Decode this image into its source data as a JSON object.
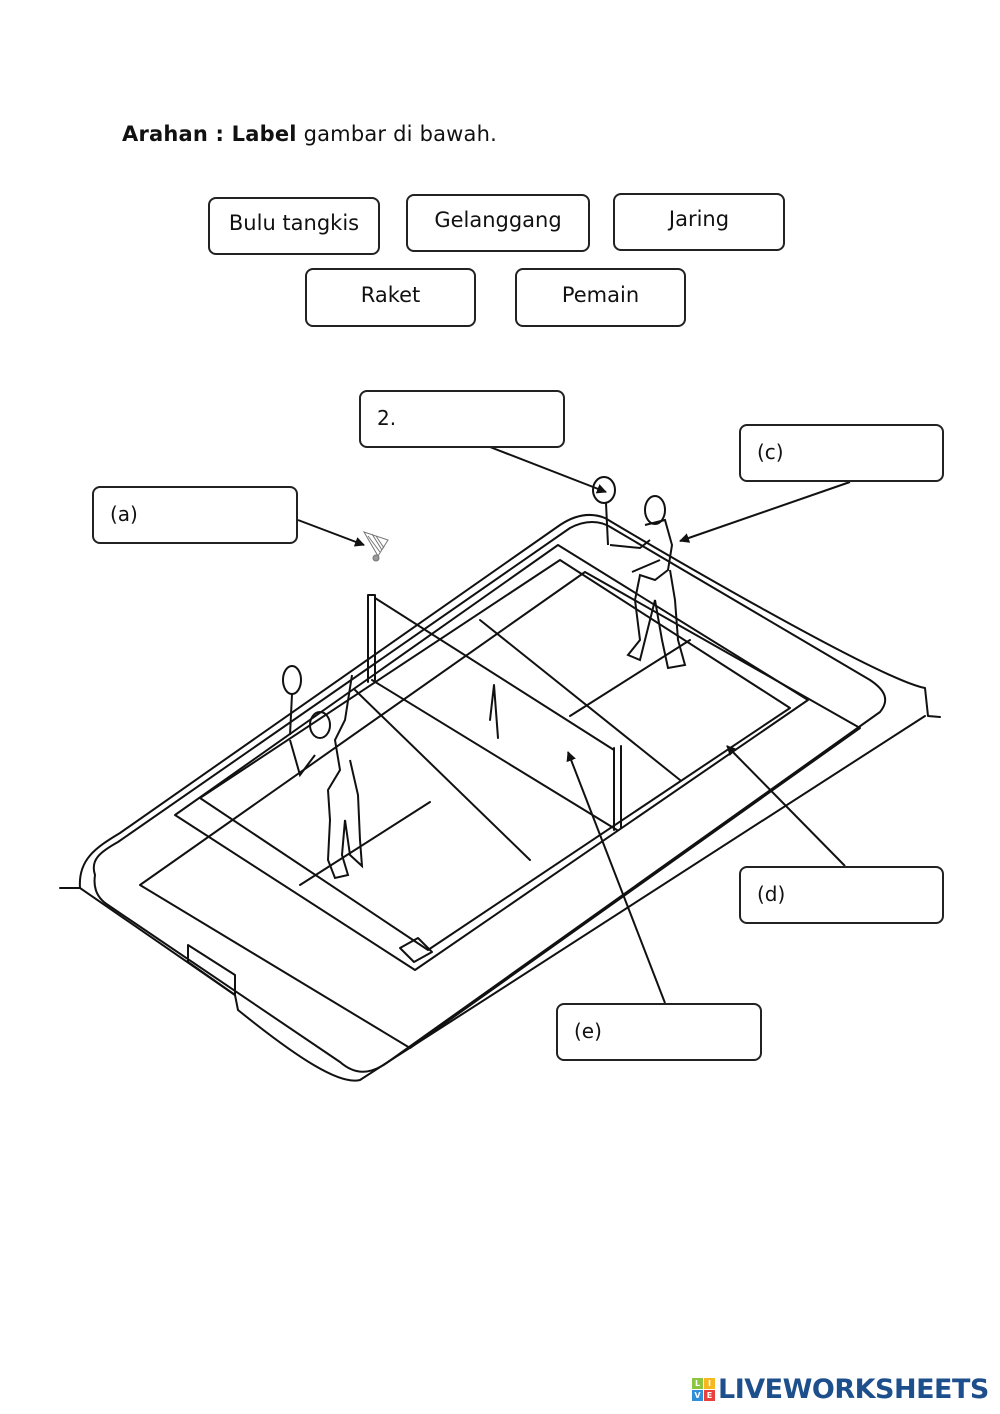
{
  "instruction": {
    "bold_part": "Arahan : Label",
    "rest": " gambar di bawah."
  },
  "word_bank": [
    {
      "label": "Bulu tangkis"
    },
    {
      "label": "Gelanggang"
    },
    {
      "label": "Jaring"
    },
    {
      "label": "Raket"
    },
    {
      "label": "Pemain"
    }
  ],
  "answer_boxes": [
    {
      "id": "a",
      "label": "(a)",
      "value": "",
      "points_to": "shuttlecock"
    },
    {
      "id": "b",
      "label": "2.",
      "value": "",
      "points_to": "racket"
    },
    {
      "id": "c",
      "label": "(c)",
      "value": "",
      "points_to": "player"
    },
    {
      "id": "d",
      "label": "(d)",
      "value": "",
      "points_to": "court"
    },
    {
      "id": "e",
      "label": "(e)",
      "value": "",
      "points_to": "net"
    }
  ],
  "footer": {
    "logo_letters": [
      "L",
      "I",
      "V",
      "E"
    ],
    "logo_colors": [
      "#8cc63f",
      "#f7b81f",
      "#2f8fd8",
      "#e8403a"
    ],
    "brand": "LIVEWORKSHEETS",
    "brand_color": "#1d4f8c"
  }
}
